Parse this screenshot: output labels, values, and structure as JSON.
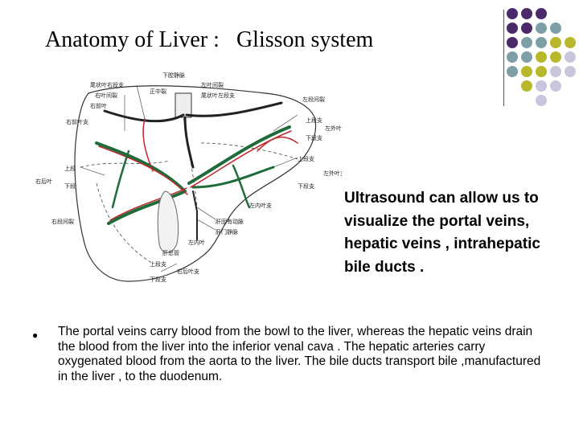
{
  "title": "Anatomy of Liver :   Glisson system",
  "side_text": "Ultrasound can allow us to visualize the portal veins, hepatic veins , intrahepatic bile ducts .",
  "bullet_text": "The portal veins carry blood from the bowl to the liver, whereas the hepatic veins drain the blood from the liver into the inferior venal cava . The hepatic arteries  carry oxygenated blood from the aorta to the liver. The bile ducts transport bile ,manufactured in the liver , to the duodenum.",
  "bullet_icon": "filled-circle-bullet",
  "decor_colors": {
    "purple": "#4b2a6b",
    "teal": "#7f9fa6",
    "olive": "#b9b82d",
    "lilac": "#c9c5dd"
  },
  "figure_labels": {
    "l1": "尾状叶右段支",
    "l2": "右叶间裂",
    "l3": "右前叶",
    "l4": "右前叶支",
    "l5": "下腔静脉",
    "l6": "正中裂",
    "l7": "左叶间裂",
    "l8": "尾状叶左段支",
    "l9": "左段间裂",
    "l10": "上段支",
    "l11": "左外叶",
    "l12": "下段支",
    "l13": "上段支",
    "l14": "左外叶支",
    "l15": "下段支",
    "l16": "左内叶支",
    "l17": "右后叶",
    "l18": "上段",
    "l19": "下段",
    "l20": "右段间裂",
    "l21": "肝固有动脉",
    "l22": "肝门静脉",
    "l23": "左内叶",
    "l24": "肝总管",
    "l25": "上段支",
    "l26": "下段支",
    "l27": "右后叶支"
  }
}
